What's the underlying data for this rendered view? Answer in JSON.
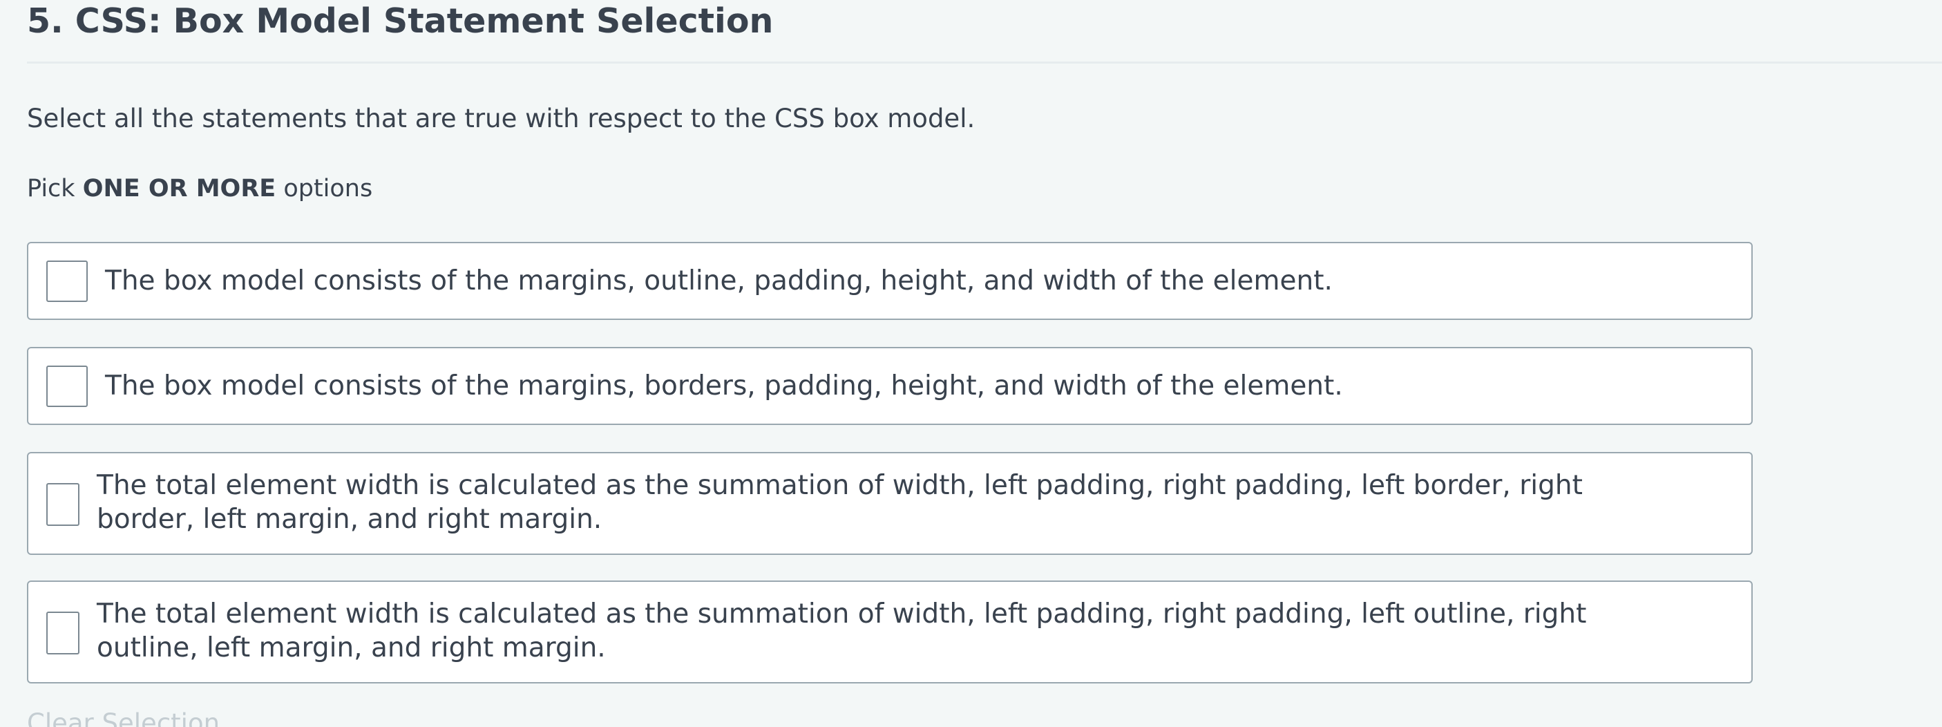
{
  "question": {
    "title": "5. CSS: Box Model Statement Selection",
    "prompt": "Select all the statements that are true with respect to the CSS box model.",
    "pick_prefix": "Pick ",
    "pick_emphasis": "ONE OR MORE",
    "pick_suffix": " options"
  },
  "options": [
    {
      "text": "The box model consists of the margins, outline, padding, height, and width of the element.",
      "checked": false
    },
    {
      "text": "The box model consists of the margins, borders, padding, height, and width of the element.",
      "checked": false
    },
    {
      "text": "The total element width is calculated as the summation of width, left padding, right padding, left border, right border, left margin, and right margin.",
      "checked": false
    },
    {
      "text": "The total element width is calculated as the summation of width, left padding, right padding, left outline, right outline, left margin, and right margin.",
      "checked": false
    }
  ],
  "clear_selection_label": "Clear Selection",
  "colors": {
    "background": "#f3f7f7",
    "text": "#39424e",
    "option_border": "#9aa8b0",
    "muted_link": "#c4cdd2"
  }
}
